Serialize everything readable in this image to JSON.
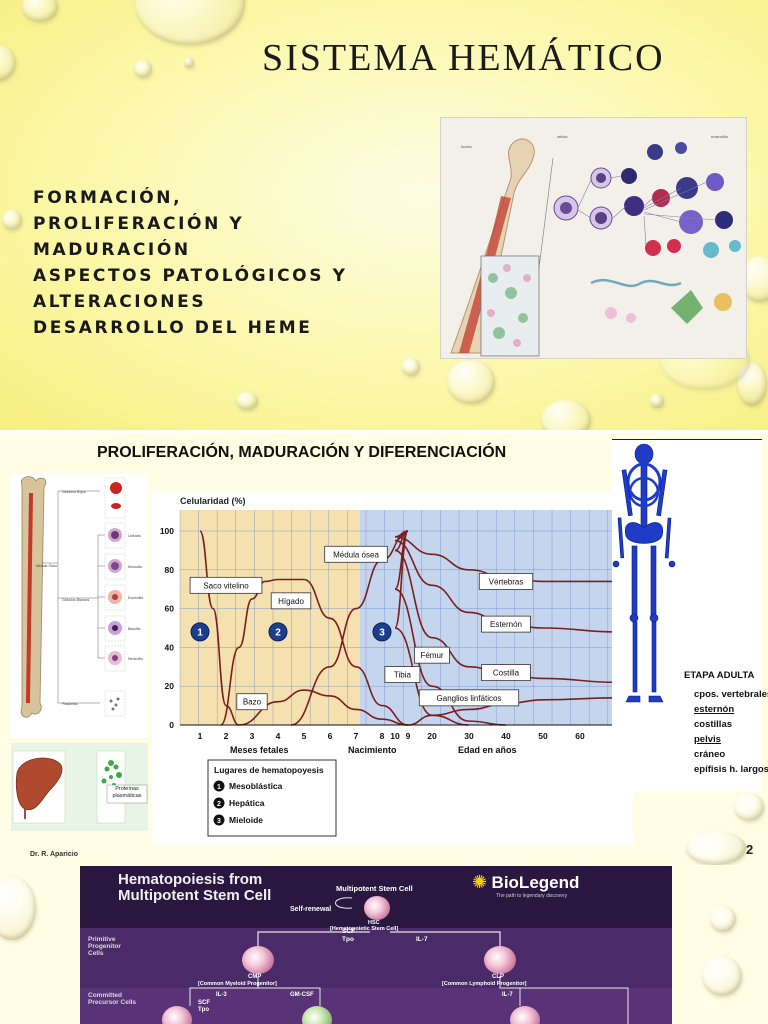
{
  "slide1": {
    "title": "SISTEMA HEMÁTICO",
    "lines": [
      "FORMACIÓN,",
      "PROLIFERACIÓN Y",
      "MADURACIÓN",
      "ASPECTOS PATOLÓGICOS Y",
      "ALTERACIONES",
      "DESARROLLO DEL HEME"
    ]
  },
  "slide2": {
    "title": "PROLIFERACIÓN, MADURACIÓN Y DIFERENCIACIÓN",
    "bone_labels": [
      "Glóbulos Rojos",
      "Médula Ósea",
      "Glóbulos Blancos",
      "Linfocito",
      "Monocito",
      "Eosinófilo",
      "Basófilo",
      "Neutrófilo",
      "Plaquetas"
    ],
    "liver_label": "Proteínas plasmáticas",
    "adult": {
      "heading": "ETAPA ADULTA",
      "items": [
        "cpos. vertebrales",
        "esternón",
        "costillas",
        "pelvis",
        "cráneo",
        "epífisis h. largos"
      ]
    },
    "footer": "Dr. R. Aparicio",
    "page_number": "2"
  },
  "chart_data": {
    "type": "line",
    "ylabel": "Celularidad (%)",
    "ylim": [
      0,
      100
    ],
    "yticks": [
      0,
      20,
      40,
      60,
      80,
      100
    ],
    "x_ticks": [
      "1",
      "2",
      "3",
      "4",
      "5",
      "6",
      "7",
      "8",
      "9",
      "10",
      "20",
      "30",
      "40",
      "50",
      "60"
    ],
    "x_group_labels": [
      "Meses fetales",
      "Nacimiento",
      "Edad en años"
    ],
    "regions": [
      {
        "from": "1",
        "to": "9",
        "color": "#f5e0b0"
      },
      {
        "from": "9",
        "to": "70",
        "color": "#c6d5ee"
      }
    ],
    "series": [
      {
        "name": "Saco vitelino",
        "points": [
          [
            "1",
            100
          ],
          [
            "1.5",
            60
          ],
          [
            "2",
            10
          ],
          [
            "2.5",
            0
          ]
        ]
      },
      {
        "name": "Hígado",
        "points": [
          [
            "1.8",
            0
          ],
          [
            "2.5",
            40
          ],
          [
            "3",
            65
          ],
          [
            "3.5",
            74
          ],
          [
            "4",
            75
          ],
          [
            "5",
            75
          ],
          [
            "6",
            55
          ],
          [
            "7",
            30
          ],
          [
            "8",
            10
          ],
          [
            "9",
            0
          ]
        ]
      },
      {
        "name": "Bazo",
        "points": [
          [
            "2.5",
            0
          ],
          [
            "4",
            12
          ],
          [
            "5",
            18
          ],
          [
            "6",
            15
          ],
          [
            "7",
            8
          ],
          [
            "8",
            3
          ],
          [
            "9",
            0
          ]
        ]
      },
      {
        "name": "Médula ósea",
        "points": [
          [
            "4.5",
            0
          ],
          [
            "6",
            30
          ],
          [
            "7",
            60
          ],
          [
            "8",
            85
          ],
          [
            "9",
            100
          ]
        ]
      },
      {
        "name": "Vértebras",
        "points": [
          [
            "9",
            100
          ],
          [
            "10",
            97
          ],
          [
            "20",
            88
          ],
          [
            "30",
            80
          ],
          [
            "40",
            76
          ],
          [
            "50",
            74
          ],
          [
            "70",
            74
          ]
        ]
      },
      {
        "name": "Esternón",
        "points": [
          [
            "9",
            100
          ],
          [
            "10",
            95
          ],
          [
            "20",
            72
          ],
          [
            "30",
            58
          ],
          [
            "40",
            52
          ],
          [
            "50",
            50
          ],
          [
            "70",
            48
          ]
        ]
      },
      {
        "name": "Costilla",
        "points": [
          [
            "9",
            100
          ],
          [
            "10",
            90
          ],
          [
            "20",
            45
          ],
          [
            "30",
            30
          ],
          [
            "40",
            26
          ],
          [
            "50",
            24
          ],
          [
            "70",
            22
          ]
        ]
      },
      {
        "name": "Fémur",
        "points": [
          [
            "9",
            100
          ],
          [
            "10",
            70
          ],
          [
            "20",
            20
          ],
          [
            "30",
            2
          ],
          [
            "40",
            0
          ]
        ]
      },
      {
        "name": "Tibia",
        "points": [
          [
            "9",
            100
          ],
          [
            "10",
            50
          ],
          [
            "20",
            5
          ],
          [
            "30",
            0
          ]
        ]
      },
      {
        "name": "Ganglios linfáticos",
        "points": [
          [
            "9",
            0
          ],
          [
            "20",
            5
          ],
          [
            "30",
            8
          ],
          [
            "40",
            11
          ],
          [
            "50",
            13
          ],
          [
            "70",
            14
          ]
        ]
      }
    ],
    "phase_markers": [
      {
        "num": "1",
        "x": "1",
        "y": 48
      },
      {
        "num": "2",
        "x": "4",
        "y": 48
      },
      {
        "num": "3",
        "x": "8",
        "y": 48
      }
    ],
    "legend": {
      "title": "Lugares de hematopoyesis",
      "items": [
        {
          "num": "1",
          "label": "Mesoblástica"
        },
        {
          "num": "2",
          "label": "Hepática"
        },
        {
          "num": "3",
          "label": "Mieloide"
        }
      ]
    }
  },
  "slide3": {
    "title": "Hematopoiesis from Multipotent Stem Cell",
    "brand": "BioLegend",
    "tagline": "The path to legendary discovery",
    "labels": {
      "msc": "Multipotent Stem Cell",
      "self_renewal": "Self-renewal",
      "hsc": "HSC",
      "hsc_full": "[Hematopoietic Stem Cell]",
      "primitive": "Primitive Progenitor Cells",
      "committed": "Committed Precursor Cells",
      "scf": "SCF",
      "tpo": "Tpo",
      "il7": "IL-7",
      "cmp": "CMP",
      "cmp_full": "[Common Myeloid Progenitor]",
      "clp": "CLP",
      "clp_full": "[Common Lymphoid Progenitor]",
      "il3": "IL-3",
      "gmcsf": "GM-CSF"
    }
  }
}
